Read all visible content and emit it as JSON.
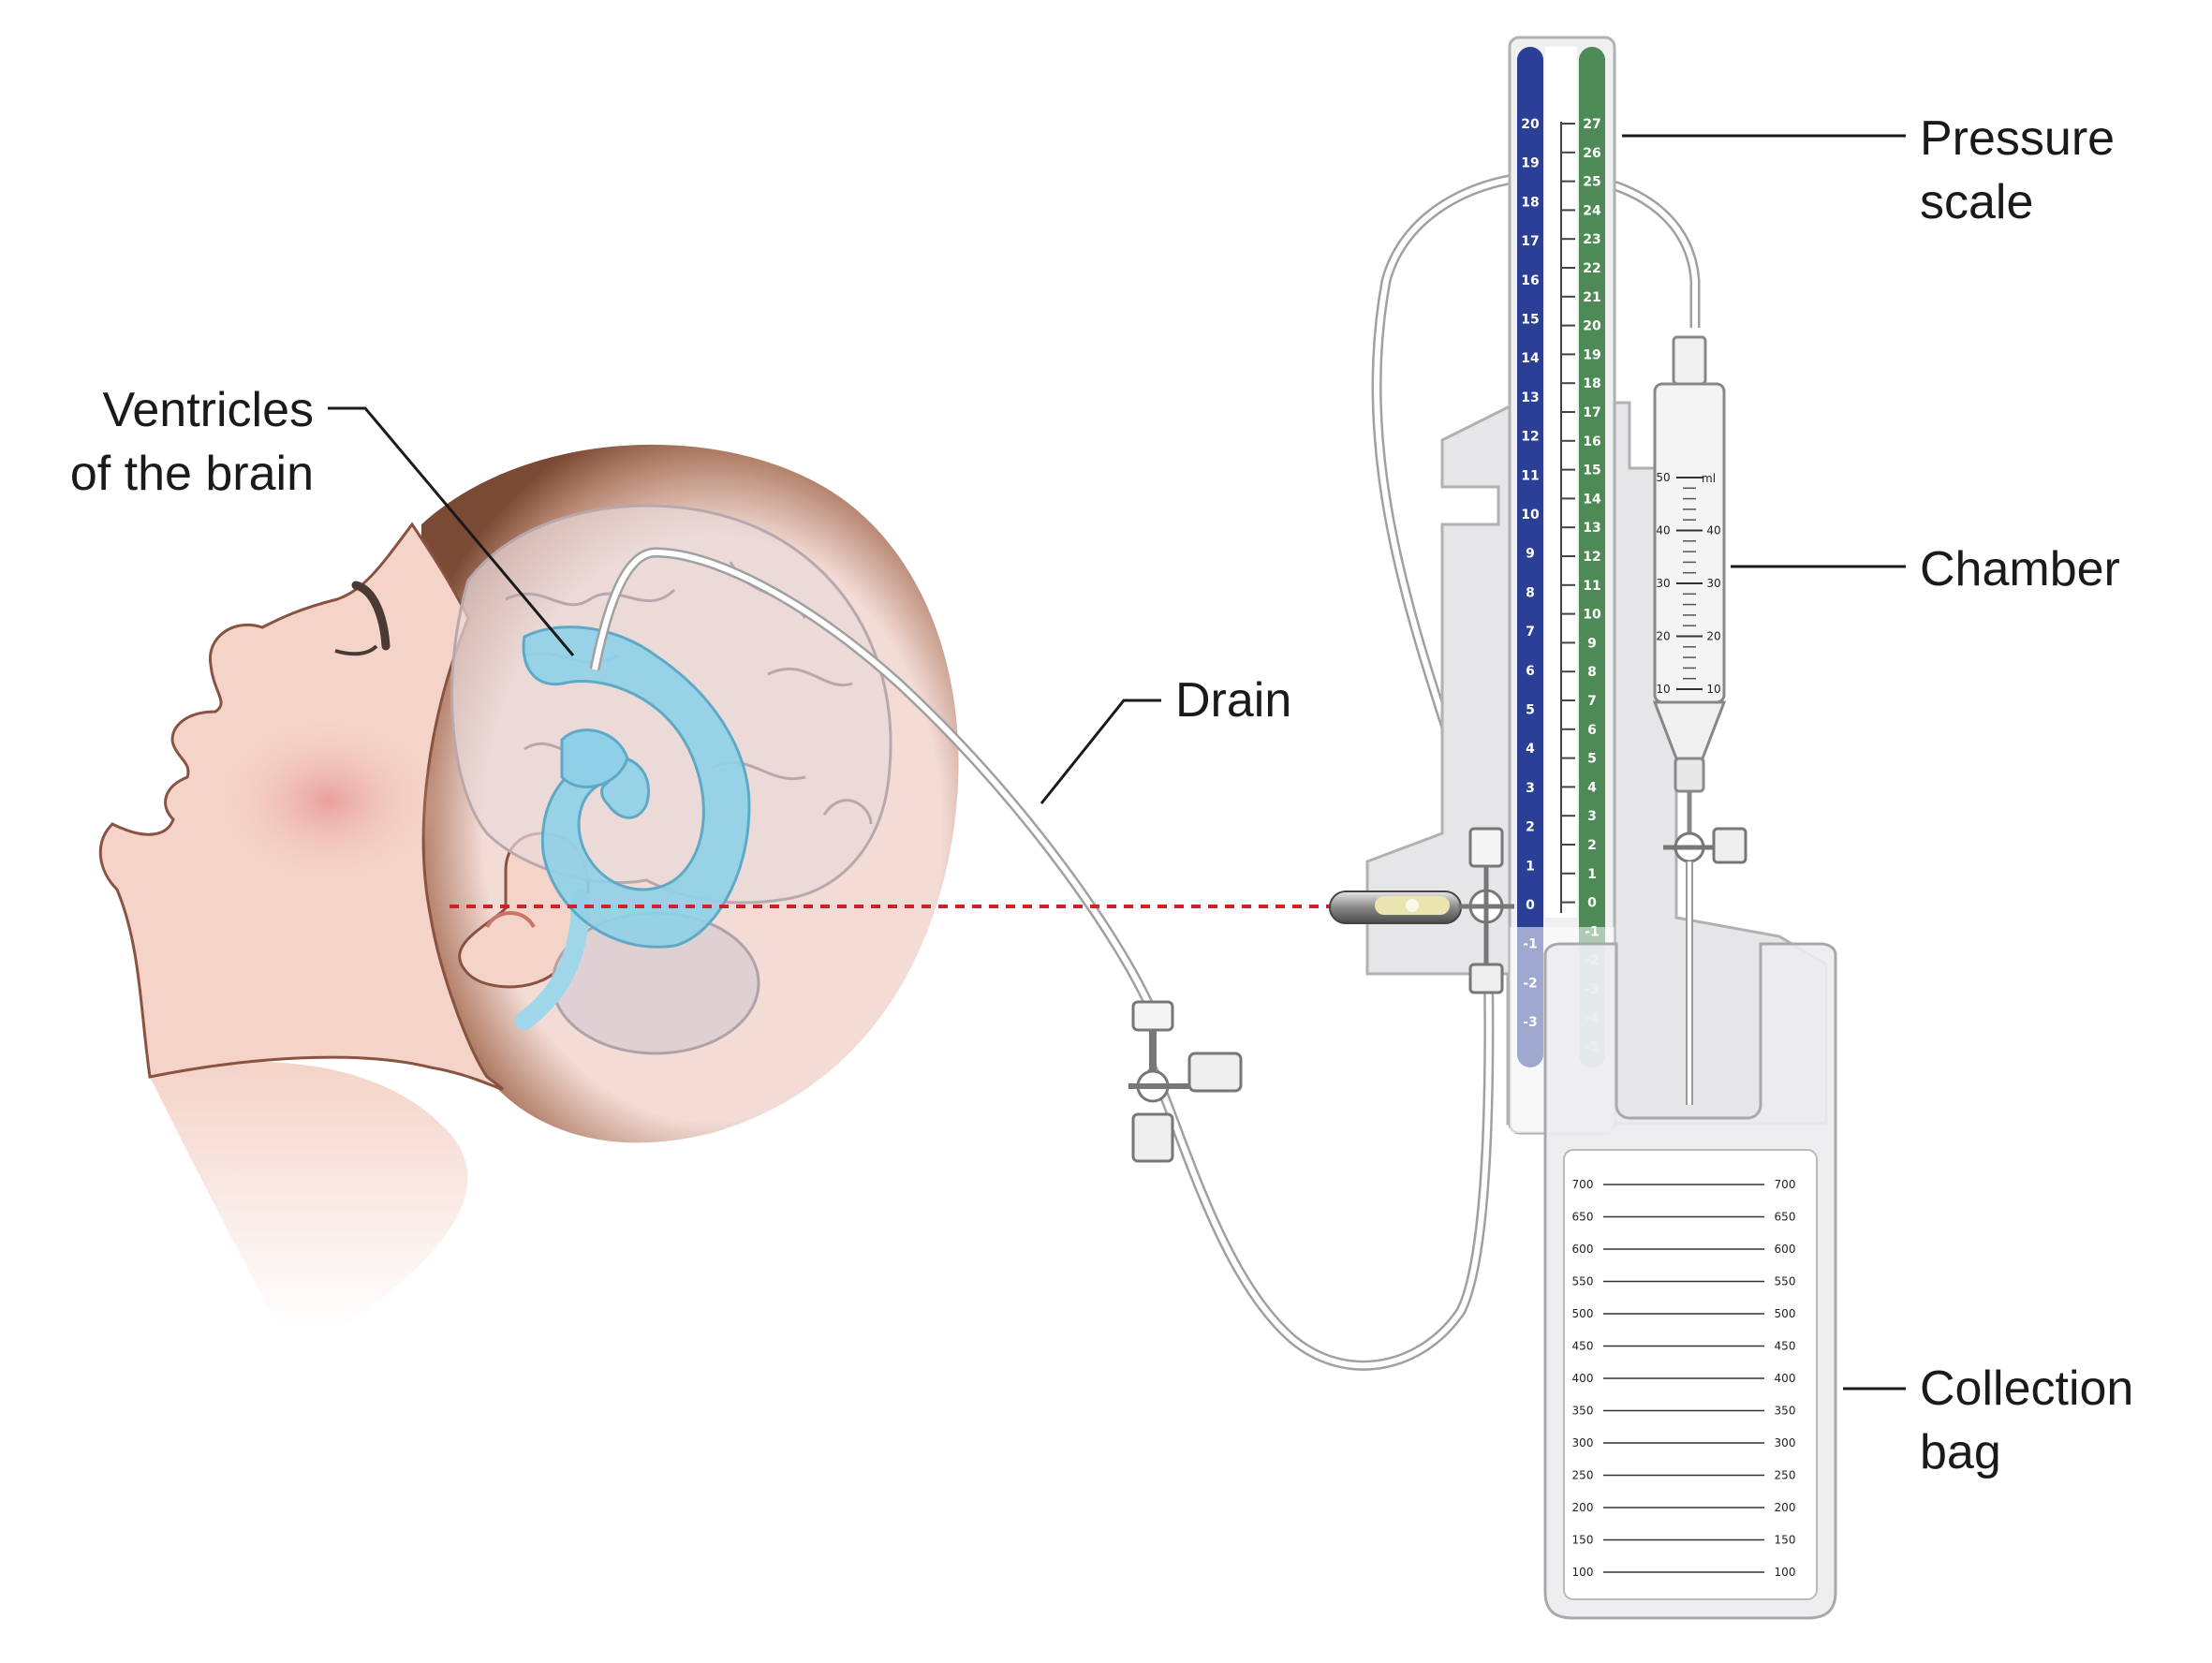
{
  "labels": {
    "ventricles": [
      "Ventricles",
      "of the brain"
    ],
    "drain": "Drain",
    "pressure_scale": [
      "Pressure",
      "scale"
    ],
    "chamber": "Chamber",
    "collection_bag": [
      "Collection",
      "bag"
    ]
  },
  "pressure_scale": {
    "blue_values": [
      "20",
      "19",
      "18",
      "17",
      "16",
      "15",
      "14",
      "13",
      "12",
      "11",
      "10",
      "9",
      "8",
      "7",
      "6",
      "5",
      "4",
      "3",
      "2",
      "1",
      "0",
      "-1",
      "-2",
      "-3"
    ],
    "green_values": [
      "27",
      "26",
      "25",
      "24",
      "23",
      "22",
      "21",
      "20",
      "19",
      "18",
      "17",
      "16",
      "15",
      "14",
      "13",
      "12",
      "11",
      "10",
      "9",
      "8",
      "7",
      "6",
      "5",
      "4",
      "3",
      "2",
      "1",
      "0",
      "-1",
      "-2",
      "-3",
      "-4",
      "-5"
    ]
  },
  "chamber_scale": {
    "unit": "ml",
    "values": [
      "50",
      "40",
      "30",
      "20",
      "10"
    ]
  },
  "bag_scale": {
    "values": [
      "700",
      "650",
      "600",
      "550",
      "500",
      "450",
      "400",
      "350",
      "300",
      "250",
      "200",
      "150",
      "100"
    ]
  },
  "colors": {
    "blue_scale": "#2a3f95",
    "green_scale": "#4d8a55",
    "ventricle": "#8fd0e8",
    "hair": "#7a4a35",
    "skin": "#f4d3c8",
    "level_line": "#d0202a"
  }
}
